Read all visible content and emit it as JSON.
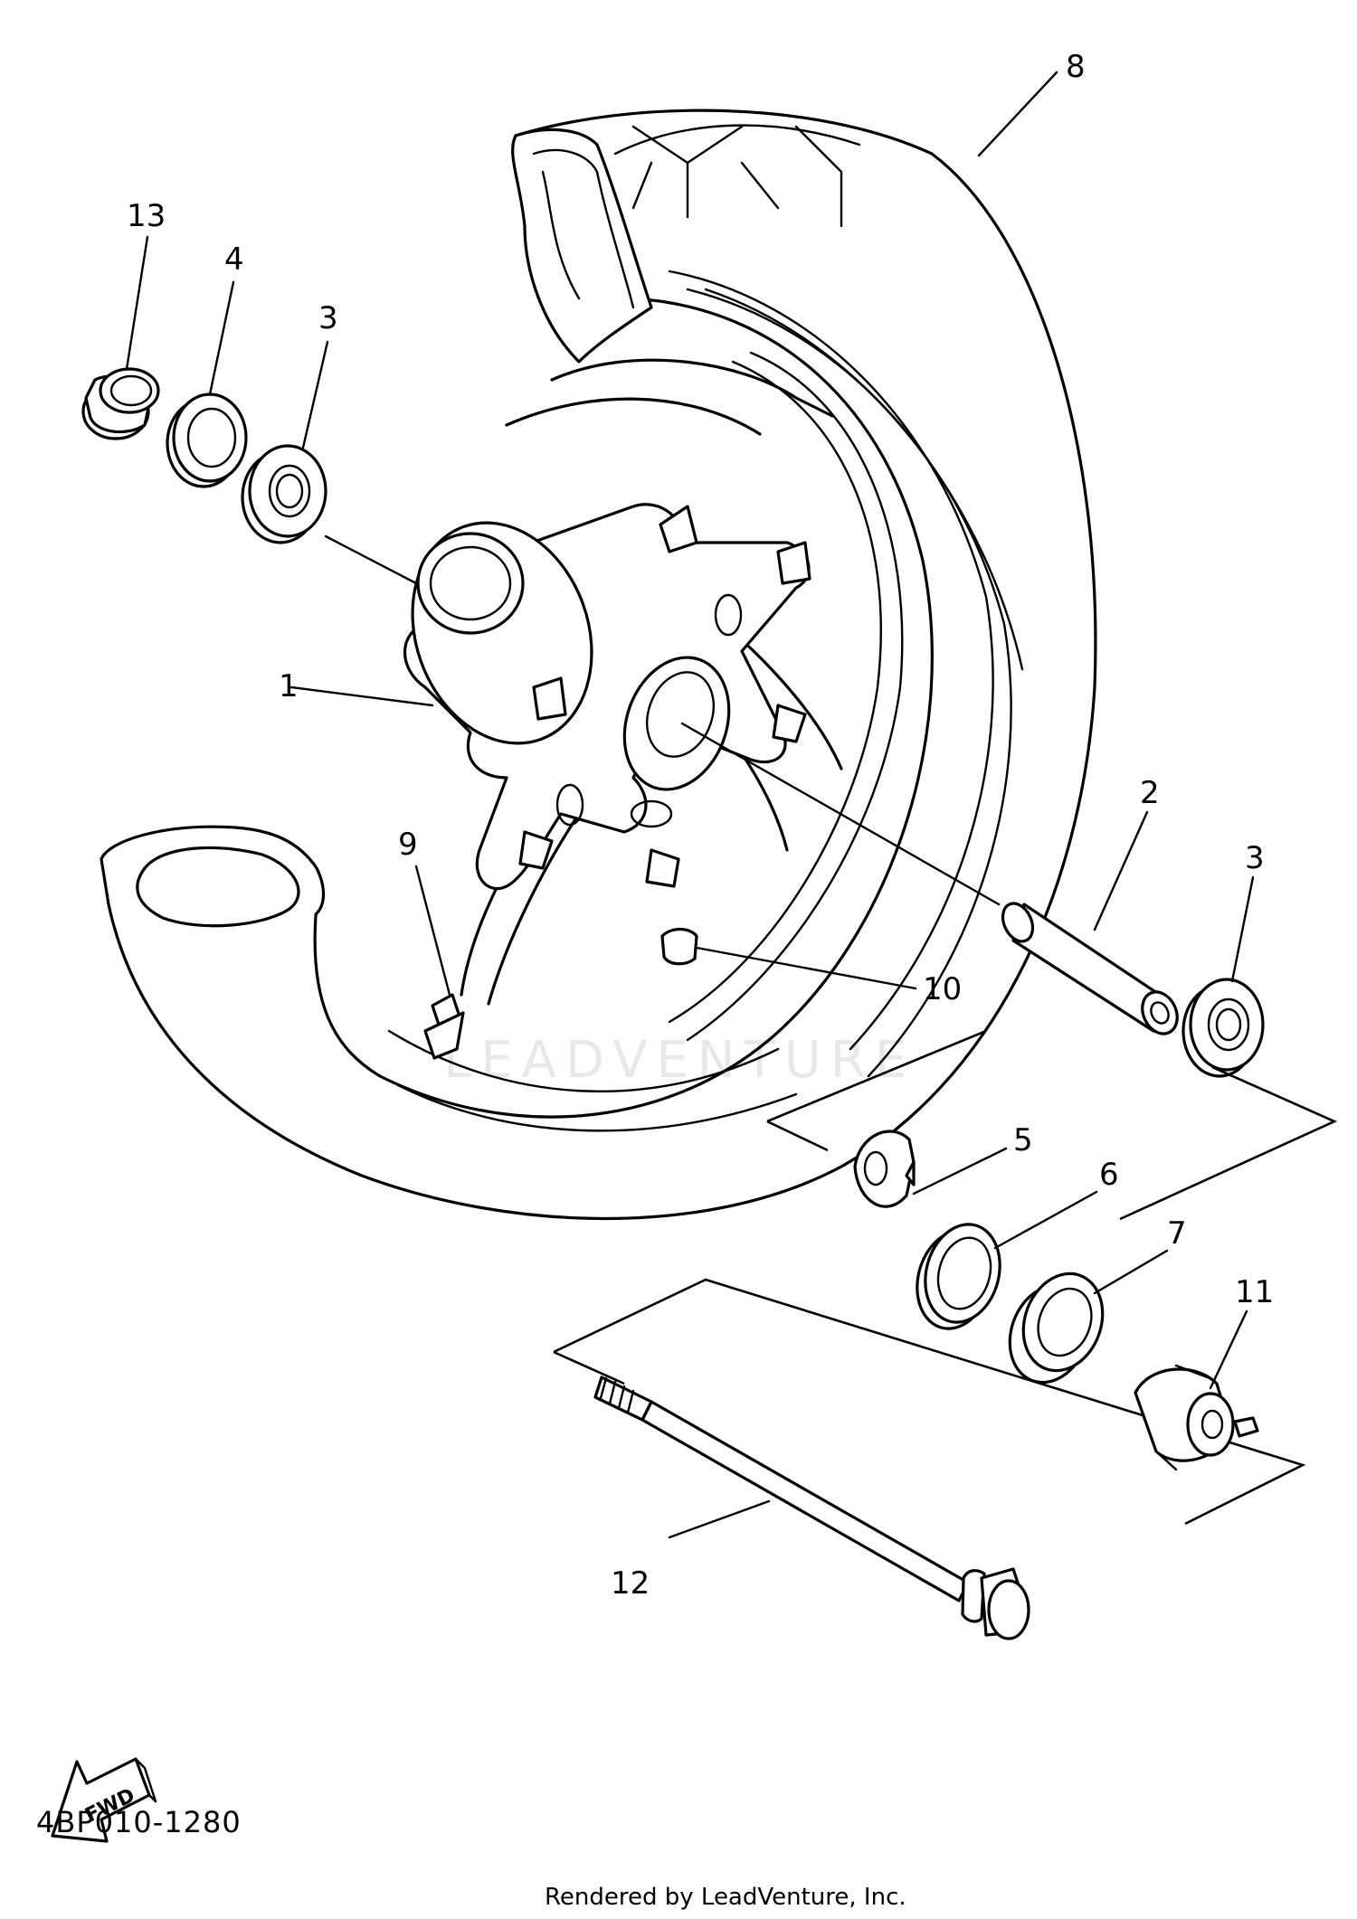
{
  "diagram": {
    "callouts": [
      "1",
      "2",
      "3",
      "3",
      "4",
      "5",
      "6",
      "7",
      "8",
      "9",
      "10",
      "11",
      "12",
      "13"
    ],
    "fwd_label": "FWD",
    "part_code": "4BP010-1280",
    "credit": "Rendered by LeadVenture, Inc.",
    "watermark": "LEADVENTURE"
  }
}
